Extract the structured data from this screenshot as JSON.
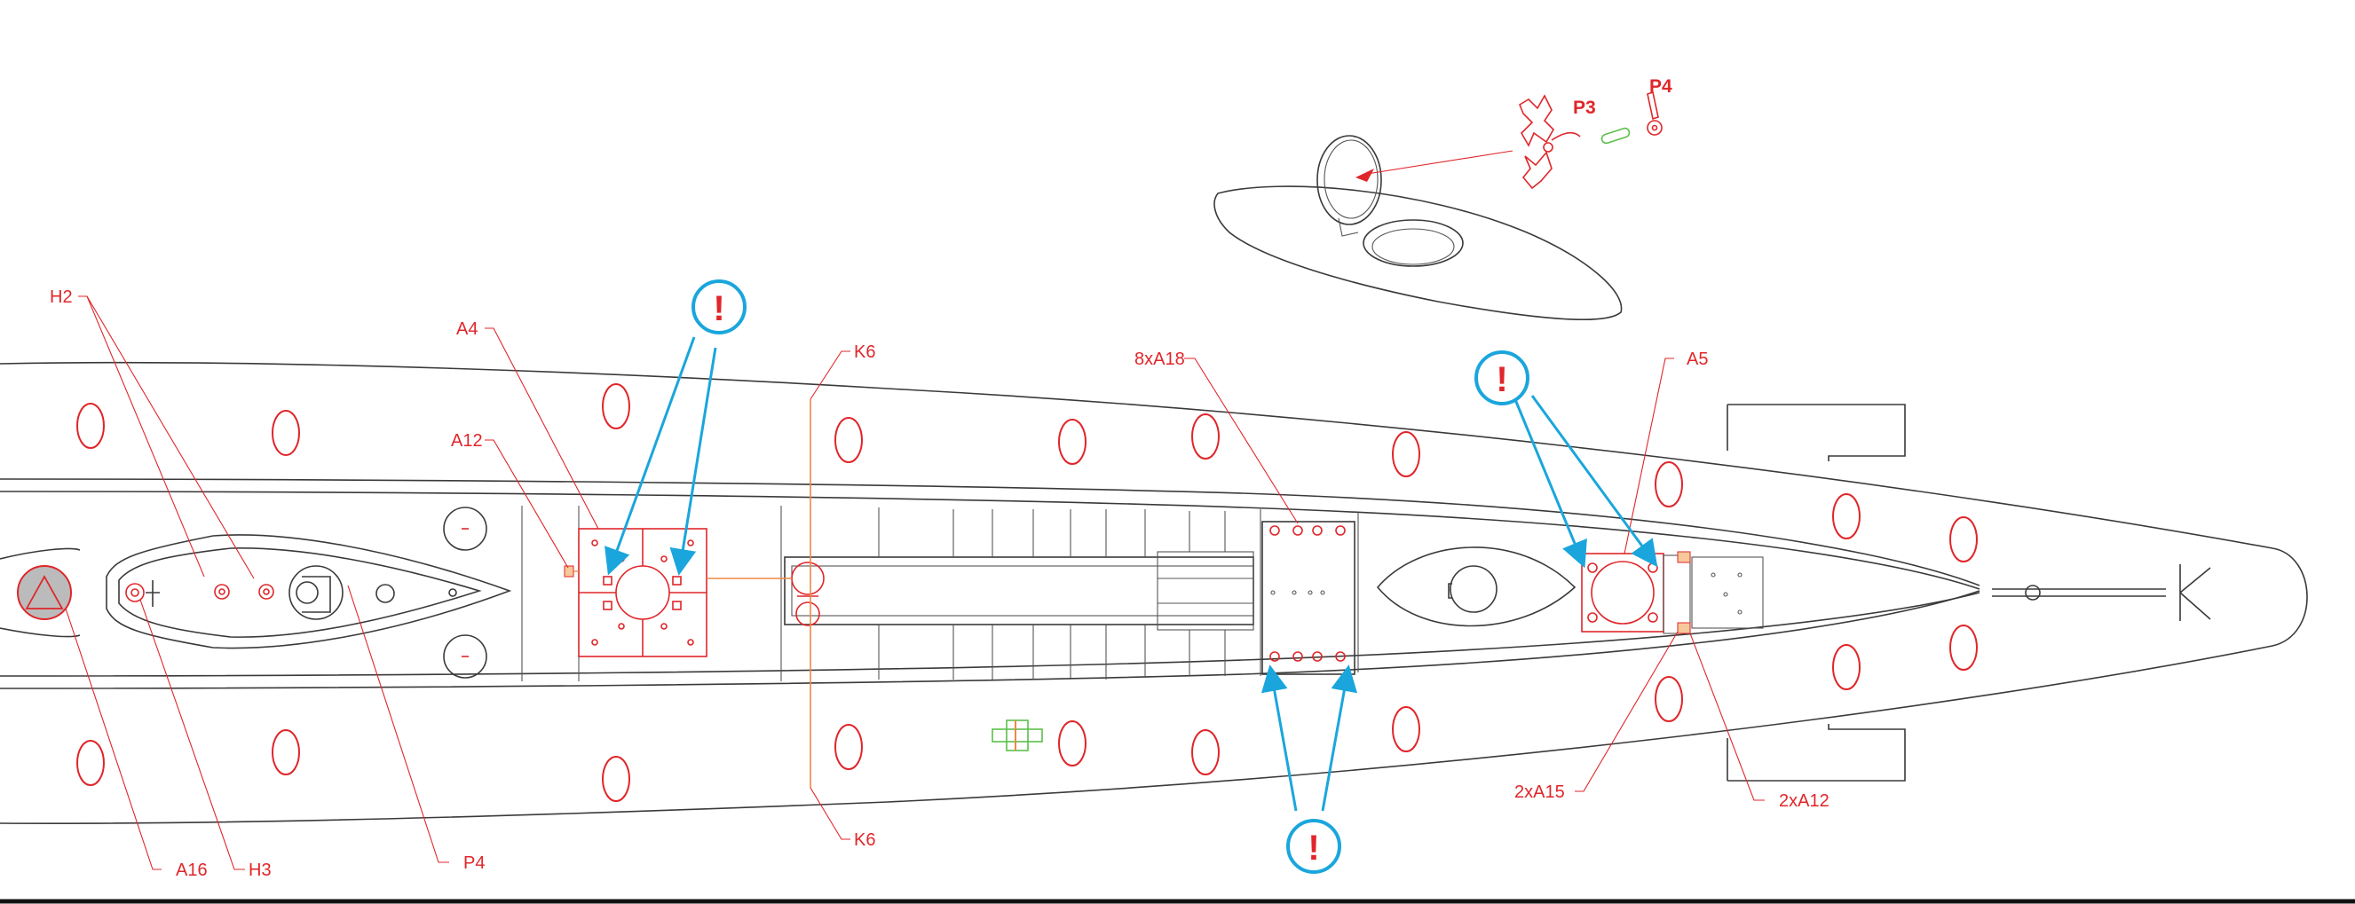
{
  "colors": {
    "outline": "#3a3a3a",
    "detail_red": "#e0262a",
    "warning_blue": "#1aa6dc",
    "weld_orange": "#ee8844",
    "part_green": "#5cbf4a",
    "background": "#ffffff"
  },
  "callouts": {
    "h2": "H2",
    "a4": "A4",
    "a12": "A12",
    "k6_top": "K6",
    "k6_bottom": "K6",
    "a18": "8xA18",
    "a5": "A5",
    "a15": "2xA15",
    "a12_pair": "2xA12",
    "a16": "A16",
    "h3": "H3",
    "p4_bottom": "P4",
    "p3": "P3",
    "p4_top": "P4"
  },
  "warnings": {
    "symbol": "!"
  },
  "icons": {
    "warning": "exclamation-circle-icon",
    "hatch": "hatch-lid-part"
  }
}
